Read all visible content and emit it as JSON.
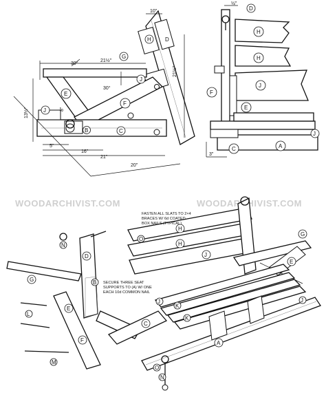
{
  "watermark": "WOODARCHIVIST.COM",
  "side_view": {
    "dims": {
      "top_width": "10\"",
      "angle_top": "30°",
      "arm_length": "21½\"",
      "back_height": "21½\"",
      "brace_angle": "30°",
      "left_height": "13½\"",
      "small_rise": "8\"",
      "bottom_short": "5\"",
      "bottom_mid": "16\"",
      "bottom_long": "21\"",
      "diagonal": "20\""
    },
    "labels": {
      "D": "D",
      "H": "H",
      "G": "G",
      "J": "J",
      "E": "E",
      "F": "F",
      "B": "B",
      "C": "C"
    }
  },
  "front_view": {
    "dims": {
      "top_small": "½\"",
      "bottom_small": "3\""
    },
    "labels": {
      "D": "D",
      "H": "H",
      "J": "J",
      "F": "F",
      "E": "E",
      "J2": "J",
      "C": "C",
      "A": "A"
    }
  },
  "exploded_view": {
    "notes": {
      "fasten_l1": "FASTEN ALL SLATS TO 2×4",
      "fasten_l2": "BRACES W/ 6d COATED",
      "fasten_l3": "BOX NAILS (TYPICAL)",
      "secure_l1": "SECURE THREE SEAT",
      "secure_l2": "SUPPORTS TO (A) W/ ONE",
      "secure_l3": "EACH 10d COMMON NAIL"
    },
    "labels": {
      "N": "N",
      "O": "O",
      "D": "D",
      "G": "G",
      "B": "B",
      "L": "L",
      "M": "M",
      "E": "E",
      "F": "F",
      "C": "C",
      "H": "H",
      "J": "J",
      "K": "K",
      "K2": "K",
      "J2": "J",
      "G2": "G",
      "E2": "E",
      "A": "A",
      "N2": "N",
      "O2": "O"
    }
  }
}
